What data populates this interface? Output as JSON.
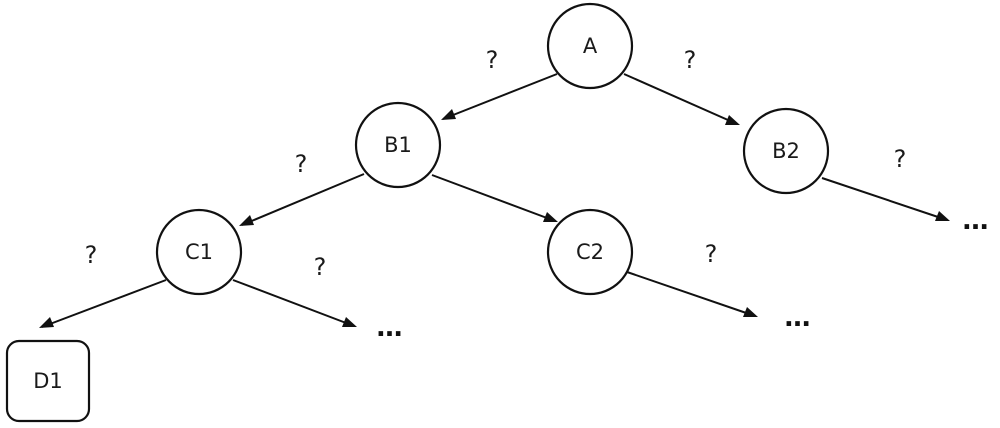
{
  "diagram": {
    "nodes": {
      "a": "A",
      "b1": "B1",
      "b2": "B2",
      "c1": "C1",
      "c2": "C2",
      "d1": "D1"
    },
    "edge_labels": {
      "a_b1": "?",
      "a_b2": "?",
      "b1_c1": "?",
      "b2_more": "?",
      "c1_d1": "?",
      "c1_more": "?",
      "c2_more": "?"
    },
    "ellipsis": "…"
  }
}
